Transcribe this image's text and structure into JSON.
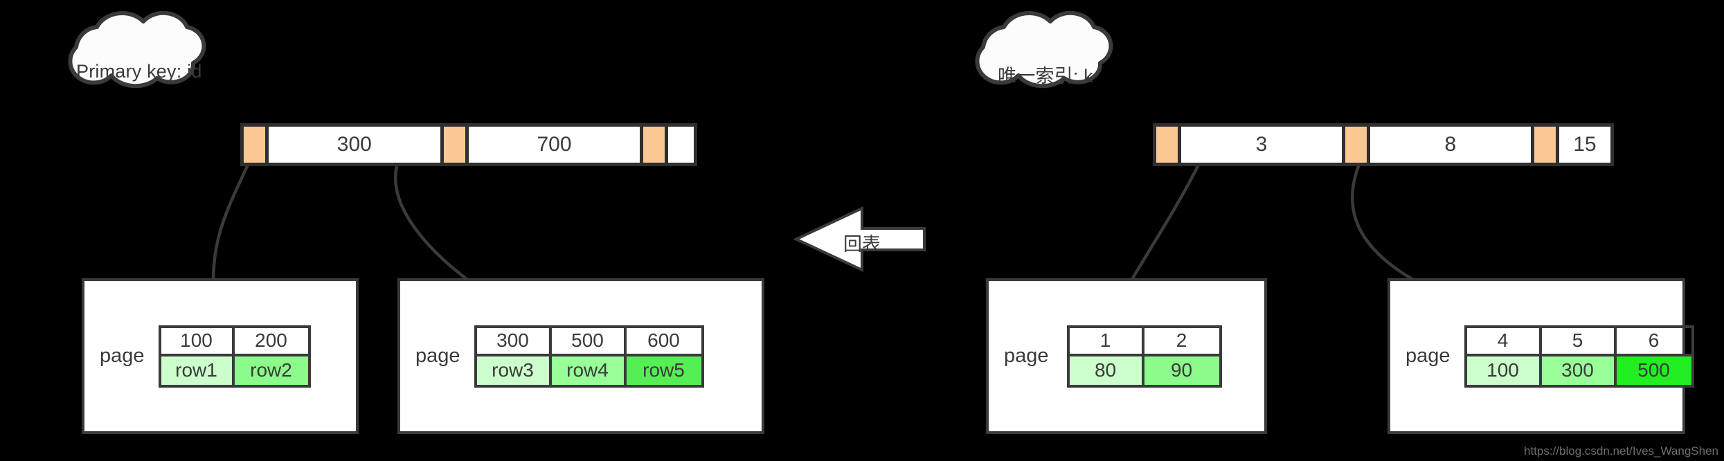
{
  "background_color": "#000000",
  "accent_colors": {
    "pointer_orange": "#FBC894",
    "border_dark": "#2F2F2F",
    "green_light": "#CCFFCC",
    "green_mid": "#99FF99",
    "green_bright": "#55EE55",
    "text": "#3A3A3A"
  },
  "clouds": [
    {
      "id": "primary-key-cloud",
      "label": "Primary key: id"
    },
    {
      "id": "unique-index-cloud",
      "label": "唯一索引: k"
    }
  ],
  "back_to_table_arrow": {
    "label": "回表",
    "direction": "left"
  },
  "trees": [
    {
      "id": "clustered-index",
      "cloud_label": "Primary key: id",
      "index_node": {
        "cells": [
          {
            "type": "pointer",
            "value": ""
          },
          {
            "type": "key",
            "value": "300"
          },
          {
            "type": "pointer",
            "value": ""
          },
          {
            "type": "key",
            "value": "700"
          },
          {
            "type": "pointer",
            "value": ""
          },
          {
            "type": "key",
            "value": ""
          }
        ]
      },
      "pages": [
        {
          "id": "page-1",
          "label": "page",
          "keys": [
            "100",
            "200"
          ],
          "values": [
            "row1",
            "row2"
          ],
          "value_colors": [
            "#CCFFCC",
            "#8CFB8C"
          ]
        },
        {
          "id": "page-2",
          "label": "page",
          "keys": [
            "300",
            "500",
            "600"
          ],
          "values": [
            "row3",
            "row4",
            "row5"
          ],
          "value_colors": [
            "#CCFFCC",
            "#99FF99",
            "#55EE55"
          ]
        }
      ]
    },
    {
      "id": "secondary-index",
      "cloud_label": "唯一索引: k",
      "index_node": {
        "cells": [
          {
            "type": "pointer",
            "value": ""
          },
          {
            "type": "key",
            "value": "3"
          },
          {
            "type": "pointer",
            "value": ""
          },
          {
            "type": "key",
            "value": "8"
          },
          {
            "type": "pointer",
            "value": ""
          },
          {
            "type": "key",
            "value": "15"
          }
        ]
      },
      "pages": [
        {
          "id": "page-3",
          "label": "page",
          "keys": [
            "1",
            "2"
          ],
          "values": [
            "80",
            "90"
          ],
          "value_colors": [
            "#CCFFCC",
            "#8CFB8C"
          ]
        },
        {
          "id": "page-4",
          "label": "page",
          "keys": [
            "4",
            "5",
            "6"
          ],
          "values": [
            "100",
            "300",
            "500"
          ],
          "value_colors": [
            "#CCFFCC",
            "#99FF99",
            "#22EE22"
          ]
        }
      ]
    }
  ],
  "watermark": "https://blog.csdn.net/Ives_WangShen"
}
